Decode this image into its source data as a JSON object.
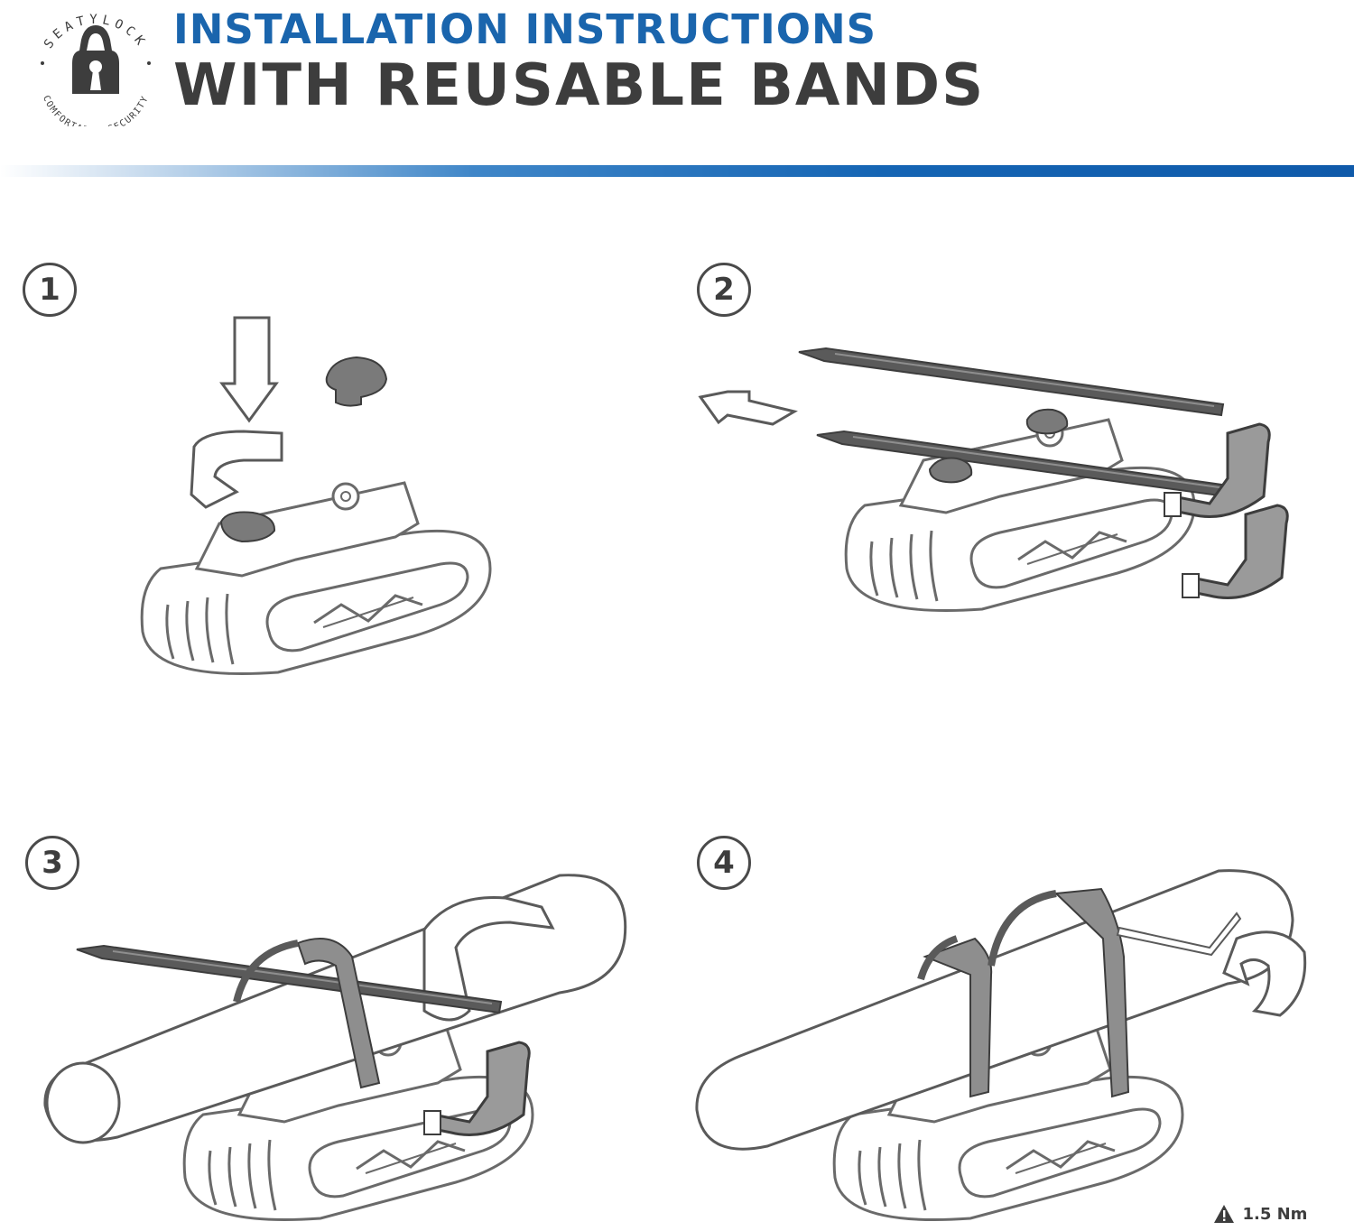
{
  "brand": {
    "name": "SEATYLOCK",
    "tagline": "COMFORTABLE SECURITY"
  },
  "header": {
    "title_line1": "INSTALLATION INSTRUCTIONS",
    "title_line2": "WITH REUSABLE BANDS"
  },
  "steps": [
    {
      "number": "1"
    },
    {
      "number": "2"
    },
    {
      "number": "3"
    },
    {
      "number": "4"
    }
  ],
  "torque_note": {
    "icon": "warning-triangle-icon",
    "value": "1.5 Nm"
  },
  "colors": {
    "title_blue": "#1a65ad",
    "title_dark": "#3d3d3d",
    "rule_blue": "#1565b4",
    "band_gray": "#8e8e8e",
    "outline": "#6a6a6a"
  }
}
